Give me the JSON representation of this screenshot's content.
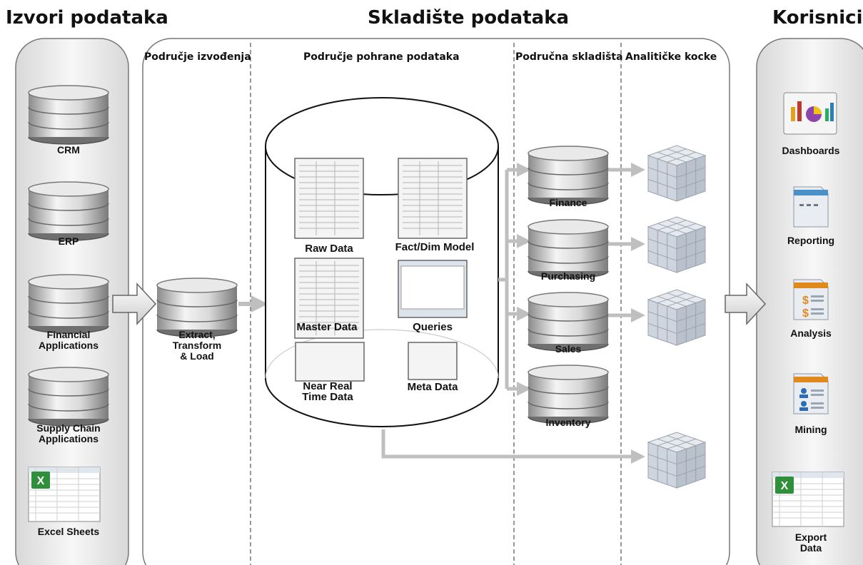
{
  "headings": {
    "sources": "Izvori podataka",
    "warehouse": "Skladište podataka",
    "users": "Korisnici"
  },
  "zones": {
    "staging": "Područje izvođenja",
    "storage": "Područje pohrane podataka",
    "marts": "Područna skladišta",
    "cubes": "Analitičke kocke"
  },
  "sources": [
    {
      "label": "CRM",
      "icon": "database-icon"
    },
    {
      "label": "ERP",
      "icon": "database-icon"
    },
    {
      "label": "Financial\nApplications",
      "icon": "database-icon"
    },
    {
      "label": "Supply Chain\nApplications",
      "icon": "database-icon"
    },
    {
      "label": "Excel Sheets",
      "icon": "spreadsheet-icon"
    }
  ],
  "etl": {
    "label": "Extract,\nTransform\n& Load",
    "icon": "database-icon"
  },
  "storage_items": [
    {
      "label": "Raw Data"
    },
    {
      "label": "Fact/Dim Model"
    },
    {
      "label": "Master Data"
    },
    {
      "label": "Queries"
    },
    {
      "label": "Near Real\nTime Data"
    },
    {
      "label": "Meta Data"
    }
  ],
  "marts": [
    {
      "label": "Finance"
    },
    {
      "label": "Purchasing"
    },
    {
      "label": "Sales"
    },
    {
      "label": "Inventory"
    }
  ],
  "users": [
    {
      "label": "Dashboards",
      "icon": "dashboard-icon"
    },
    {
      "label": "Reporting",
      "icon": "report-icon"
    },
    {
      "label": "Analysis",
      "icon": "analysis-icon"
    },
    {
      "label": "Mining",
      "icon": "mining-icon"
    },
    {
      "label": "Export Data",
      "icon": "spreadsheet-icon"
    }
  ],
  "colors": {
    "panel_border": "#777777",
    "panel_fill": "#efefef",
    "arrow": "#bfbfbf",
    "cube": "#c9d0da"
  }
}
